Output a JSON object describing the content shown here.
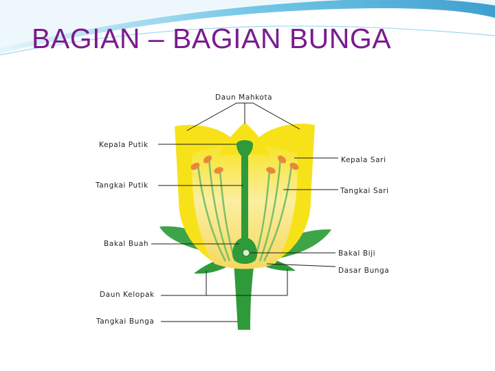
{
  "slide": {
    "title": "BAGIAN – BAGIAN BUNGA"
  },
  "diagram": {
    "labels": {
      "daun_mahkota": "Daun Mahkota",
      "kepala_putik": "Kepala Putik",
      "tangkai_putik": "Tangkai Putik",
      "bakal_buah": "Bakal Buah",
      "daun_kelopak": "Daun Kelopak",
      "tangkai_bunga": "Tangkai Bunga",
      "kepala_sari": "Kepala Sari",
      "tangkai_sari": "Tangkai Sari",
      "bakal_biji": "Bakal Biji",
      "dasar_bunga": "Dasar Bunga"
    }
  },
  "colors": {
    "title": "#7a1b8e",
    "petal": "#f7e21a",
    "petal_inner": "#fdf8d8",
    "green": "#2f9a3a",
    "anther": "#e8893a",
    "swoosh": "#4fb3d9"
  }
}
